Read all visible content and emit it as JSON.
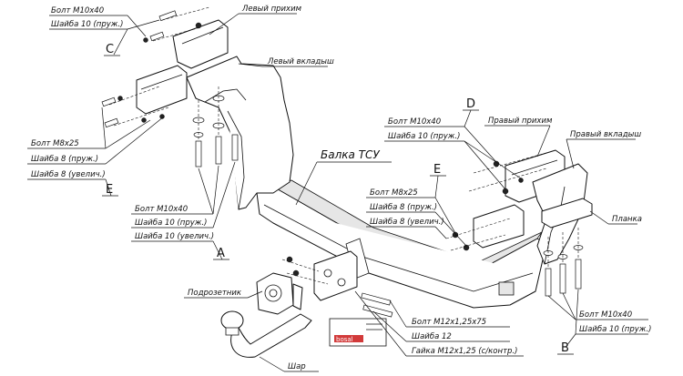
{
  "group_c": {
    "bolt": "Болт М10х40",
    "washer": "Шайба 10 (пруж.)",
    "letter": "C"
  },
  "left_bracket": "Левый прихим",
  "left_insert": "Левый вкладыш",
  "group_d": {
    "bolt": "Болт М10х40",
    "washer": "Шайба 10 (пруж.)",
    "letter": "D"
  },
  "right_bracket": "Правый прихим",
  "right_insert": "Правый вкладыш",
  "beam": "Балка ТСУ",
  "group_e_left": {
    "bolt": "Болт М8х25",
    "washer_spring": "Шайба 8 (пруж.)",
    "washer_large": "Шайба 8 (увелич.)",
    "letter": "E"
  },
  "group_e_right": {
    "bolt": "Болт М8х25",
    "washer_spring": "Шайба 8 (пруж.)",
    "washer_large": "Шайба 8 (увелич.)",
    "letter": "E"
  },
  "group_a": {
    "bolt": "Болт М10х40",
    "washer_spring": "Шайба 10 (пруж.)",
    "washer_large": "Шайба 10 (увелич.)",
    "letter": "A"
  },
  "plate": "Планка",
  "group_b": {
    "bolt": "Болт М10х40",
    "washer": "Шайба 10 (пруж.)",
    "letter": "B"
  },
  "socket_holder": "Подрозетник",
  "ball_group": {
    "bolt": "Болт М12х1,25х75",
    "washer": "Шайба 12",
    "nut": "Гайка М12х1,25 (с/контр.)"
  },
  "ball": "Шар",
  "brand": "bosal"
}
